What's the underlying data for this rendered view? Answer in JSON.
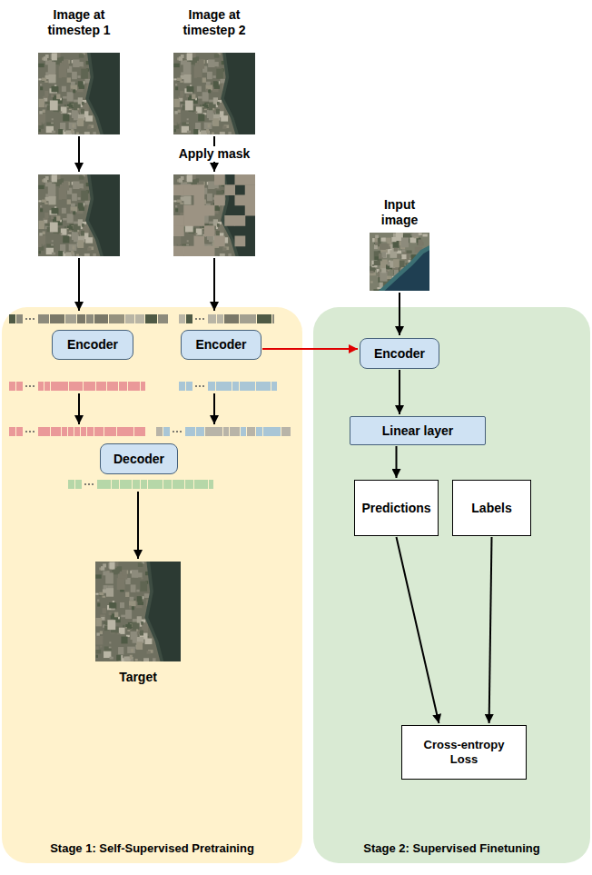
{
  "diagram": {
    "nodes": [
      {
        "text": [
          "Stage 1: Self-Supervised Pretraining"
        ]
      },
      {
        "text": [
          "Encoder"
        ],
        "in": 0
      },
      {
        "text": [
          "Encoder"
        ],
        "in": 0
      },
      {
        "text": [
          "Decoder"
        ],
        "in": 0
      },
      {
        "text": [
          "Stage 2: Supervised Finetuning"
        ]
      },
      {
        "text": [
          "Encoder"
        ],
        "in": 4
      },
      {
        "text": [
          "Linear layer"
        ],
        "in": 4
      },
      {
        "text": [
          "Predictions"
        ],
        "in": 4
      },
      {
        "text": [
          "Labels"
        ],
        "in": 4
      },
      {
        "text": [
          "Cross-entropy Loss"
        ],
        "in": 4
      }
    ],
    "edges": [
      {
        "from": 2,
        "to": 5,
        "arrow": "to"
      },
      {
        "from": 5,
        "to": 6,
        "arrow": "to"
      },
      {
        "from": 6,
        "to": 7,
        "arrow": "to"
      },
      {
        "from": 7,
        "to": 9,
        "arrow": "to"
      },
      {
        "from": 8,
        "to": 9,
        "arrow": "to"
      }
    ],
    "labels": [
      "Image at timestep 1",
      "Image at timestep 2",
      "Apply mask",
      "Input image",
      "Target"
    ]
  }
}
